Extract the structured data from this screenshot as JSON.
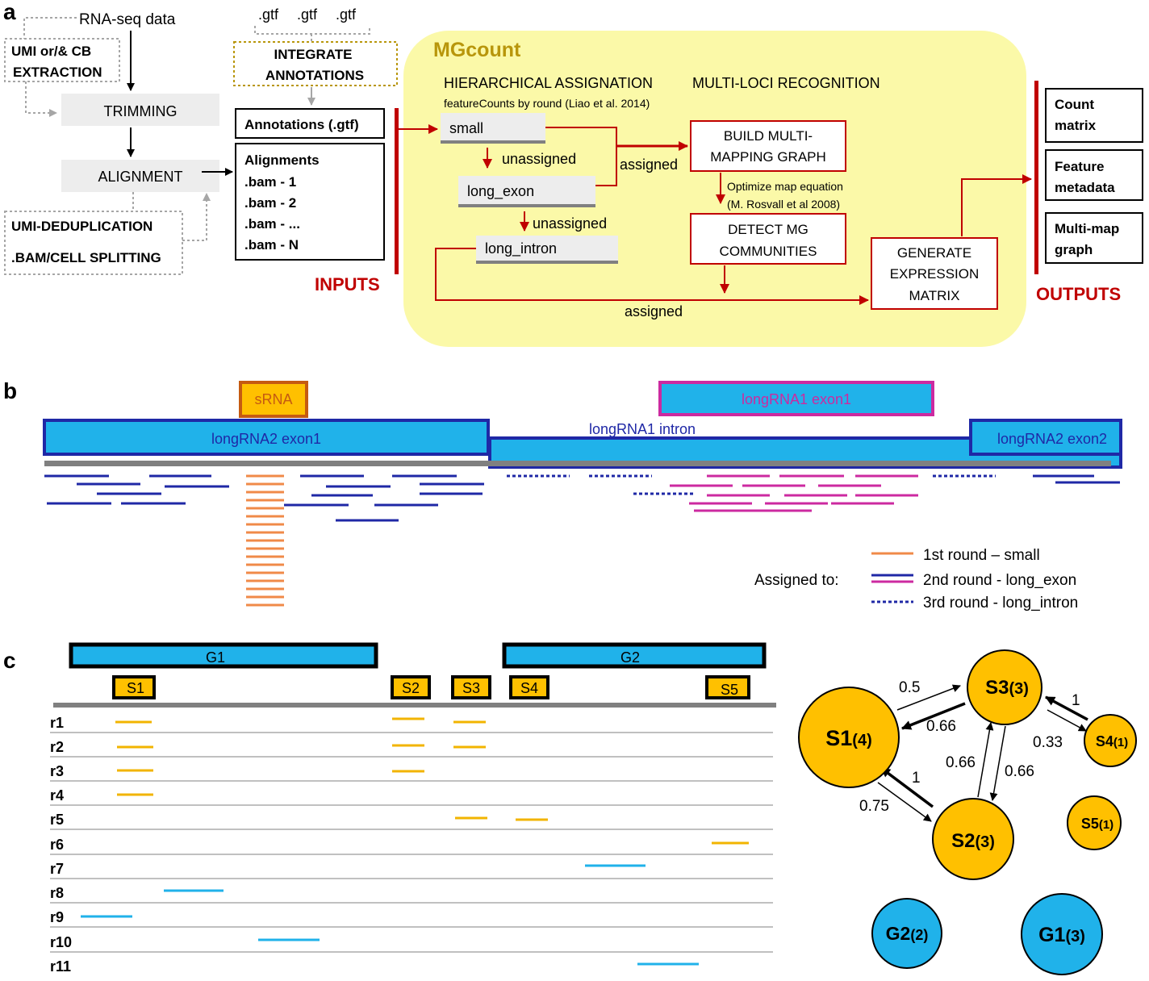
{
  "panels": {
    "a": "a",
    "b": "b",
    "c": "c"
  },
  "panel_a": {
    "rnaseq": "RNA-seq data",
    "umi_cb_1": "UMI or/& CB",
    "umi_cb_2": "EXTRACTION",
    "trimming": "TRIMMING",
    "alignment": "ALIGNMENT",
    "umi_dedup": "UMI-DEDUPLICATION",
    "bam_split": ".BAM/CELL SPLITTING",
    "gtf1": ".gtf",
    "gtf2": ".gtf",
    "gtf3": ".gtf",
    "integrate_1": "INTEGRATE",
    "integrate_2": "ANNOTATIONS",
    "annotations": "Annotations (.gtf)",
    "alignments": [
      "Alignments",
      ".bam - 1",
      ".bam - 2",
      ".bam - ...",
      ".bam - N"
    ],
    "inputs": "INPUTS",
    "mgcount": "MGcount",
    "hier": "HIERARCHICAL ASSIGNATION",
    "multiloci": "MULTI-LOCI RECOGNITION",
    "fc_note": "featureCounts by round (Liao et al. 2014)",
    "small": "small",
    "long_exon": "long_exon",
    "long_intron": "long_intron",
    "unassigned1": "unassigned",
    "unassigned2": "unassigned",
    "assigned1": "assigned",
    "assigned2": "assigned",
    "build_1": "BUILD MULTI-",
    "build_2": "MAPPING GRAPH",
    "optimize_1": "Optimize map equation",
    "optimize_2": "(M. Rosvall et al 2008)",
    "detect_1": "DETECT MG",
    "detect_2": "COMMUNITIES",
    "generate": [
      "GENERATE",
      "EXPRESSION",
      "MATRIX"
    ],
    "out_count": [
      "Count",
      "matrix"
    ],
    "out_feature": [
      "Feature",
      "metadata"
    ],
    "out_multimap": [
      "Multi-map",
      "graph"
    ],
    "outputs": "OUTPUTS"
  },
  "panel_b": {
    "srna": "sRNA",
    "longrna1_exon1": "longRNA1 exon1",
    "longrna2_exon1": "longRNA2 exon1",
    "longrna1_intron": "longRNA1 intron",
    "longrna2_exon2": "longRNA2 exon2",
    "legend_title": "Assigned to:",
    "legend": [
      "1st round – small",
      "2nd round - long_exon",
      "3rd round - long_intron"
    ]
  },
  "panel_c": {
    "genes": [
      "G1",
      "G2"
    ],
    "smalls": [
      "S1",
      "S2",
      "S3",
      "S4",
      "S5"
    ],
    "reads": [
      "r1",
      "r2",
      "r3",
      "r4",
      "r5",
      "r6",
      "r7",
      "r8",
      "r9",
      "r10",
      "r11"
    ],
    "nodes": [
      {
        "id": "S1",
        "count": "(4)"
      },
      {
        "id": "S3",
        "count": "(3)"
      },
      {
        "id": "S4",
        "count": "(1)"
      },
      {
        "id": "S2",
        "count": "(3)"
      },
      {
        "id": "S5",
        "count": "(1)"
      },
      {
        "id": "G2",
        "count": "(2)"
      },
      {
        "id": "G1",
        "count": "(3)"
      }
    ],
    "weights": {
      "s1_to_s3": "0.5",
      "s3_to_s1": "0.66",
      "s4_to_s3": "1",
      "s3_to_s4": "0.33",
      "s2_to_s3": "0.66",
      "s3_to_s2": "0.66",
      "s2_to_s1": "1",
      "s1_to_s2": "0.75"
    }
  },
  "colors": {
    "red": "#c00000",
    "yellow_panel": "#fbf9a8",
    "blue_fill": "#20b2ea",
    "dark_blue": "#1f28a6",
    "orange": "#f08a48",
    "magenta": "#cc2aa0",
    "node_yellow": "#ffc000",
    "olive": "#b8960b",
    "gray_box": "#ededed"
  }
}
